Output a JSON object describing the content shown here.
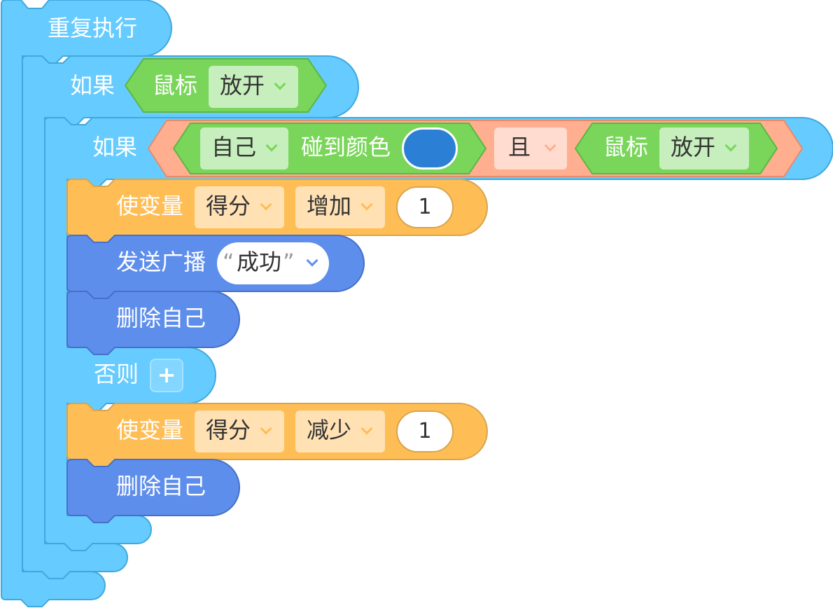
{
  "blocks": {
    "forever_label": "重复执行",
    "if1_label": "如果",
    "if1_sensor_label": "鼠标",
    "if1_sensor_value": "放开",
    "if2_label": "如果",
    "touch_self_value": "自己",
    "touch_color_label": "碰到颜色",
    "and_value": "且",
    "if2_sensor_label": "鼠标",
    "if2_sensor_value": "放开",
    "set_var1_label": "使变量",
    "set_var1_var": "得分",
    "set_var1_op": "增加",
    "set_var1_amount": "1",
    "broadcast_label": "发送广播",
    "broadcast_open_quote": "“",
    "broadcast_value": "成功",
    "broadcast_close_quote": "”",
    "delete_self1_label": "删除自己",
    "else_label": "否则",
    "else_add_symbol": "+",
    "set_var2_label": "使变量",
    "set_var2_var": "得分",
    "set_var2_op": "减少",
    "set_var2_amount": "1",
    "delete_self2_label": "删除自己"
  },
  "colors": {
    "control": "#66cbff",
    "control_border": "#3fa9dd",
    "sensing": "#79d65a",
    "sensing_dropdown": "#c7efbd",
    "operator": "#ffae8f",
    "operator_dropdown": "#ffdccf",
    "variable": "#ffbd55",
    "variable_dropdown": "#ffe1b4",
    "event": "#5e8eec",
    "touch_color_swatch": "#2b7fd4"
  }
}
